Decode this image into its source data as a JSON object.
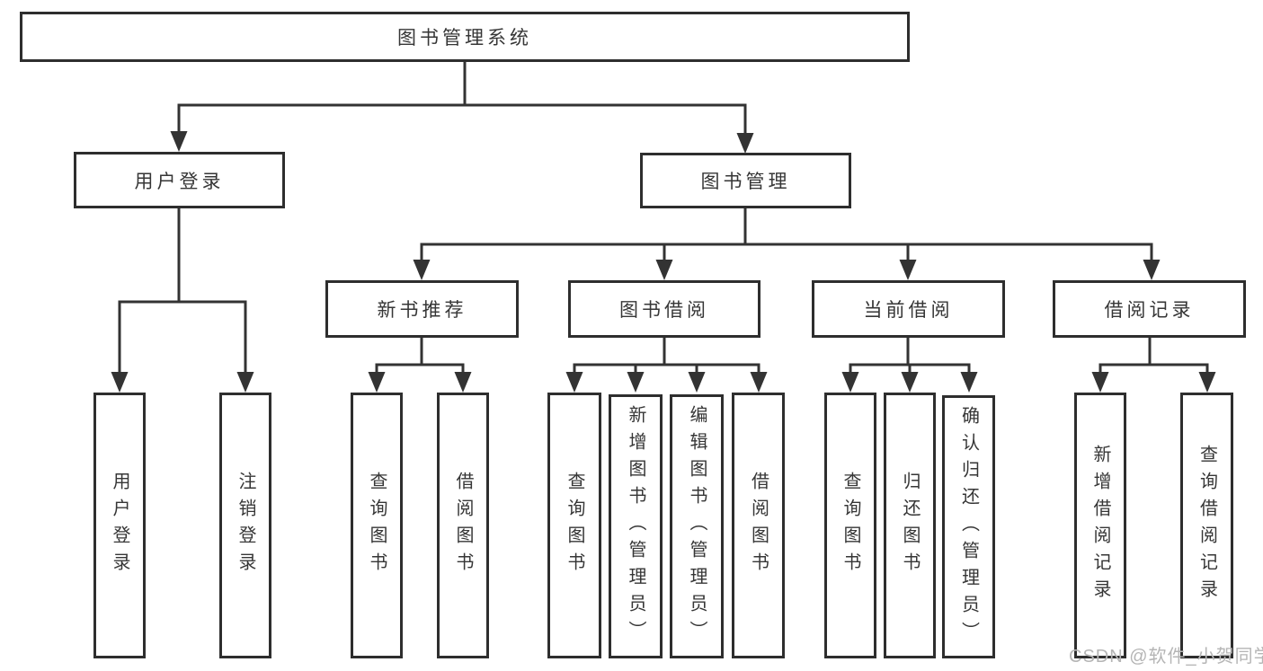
{
  "diagram": {
    "root": {
      "label": "图书管理系统"
    },
    "branches": [
      {
        "label": "用户登录",
        "leaves": [
          "用户登录",
          "注销登录"
        ]
      },
      {
        "label": "图书管理",
        "groups": [
          {
            "label": "新书推荐",
            "leaves": [
              "查询图书",
              "借阅图书"
            ]
          },
          {
            "label": "图书借阅",
            "leaves": [
              "查询图书",
              "新增图书（管理员）",
              "编辑图书（管理员）",
              "借阅图书"
            ]
          },
          {
            "label": "当前借阅",
            "leaves": [
              "查询图书",
              "归还图书",
              "确认归还（管理员）"
            ]
          },
          {
            "label": "借阅记录",
            "leaves": [
              "新增借阅记录",
              "查询借阅记录"
            ]
          }
        ]
      }
    ]
  },
  "colors": {
    "background": "#ffffff",
    "box_border": "#2e2e2e",
    "connector_line": "#333333",
    "text": "#363636",
    "watermark": "#b5b5b5"
  },
  "watermark": {
    "text": "CSDN @软件_小贺同学"
  }
}
